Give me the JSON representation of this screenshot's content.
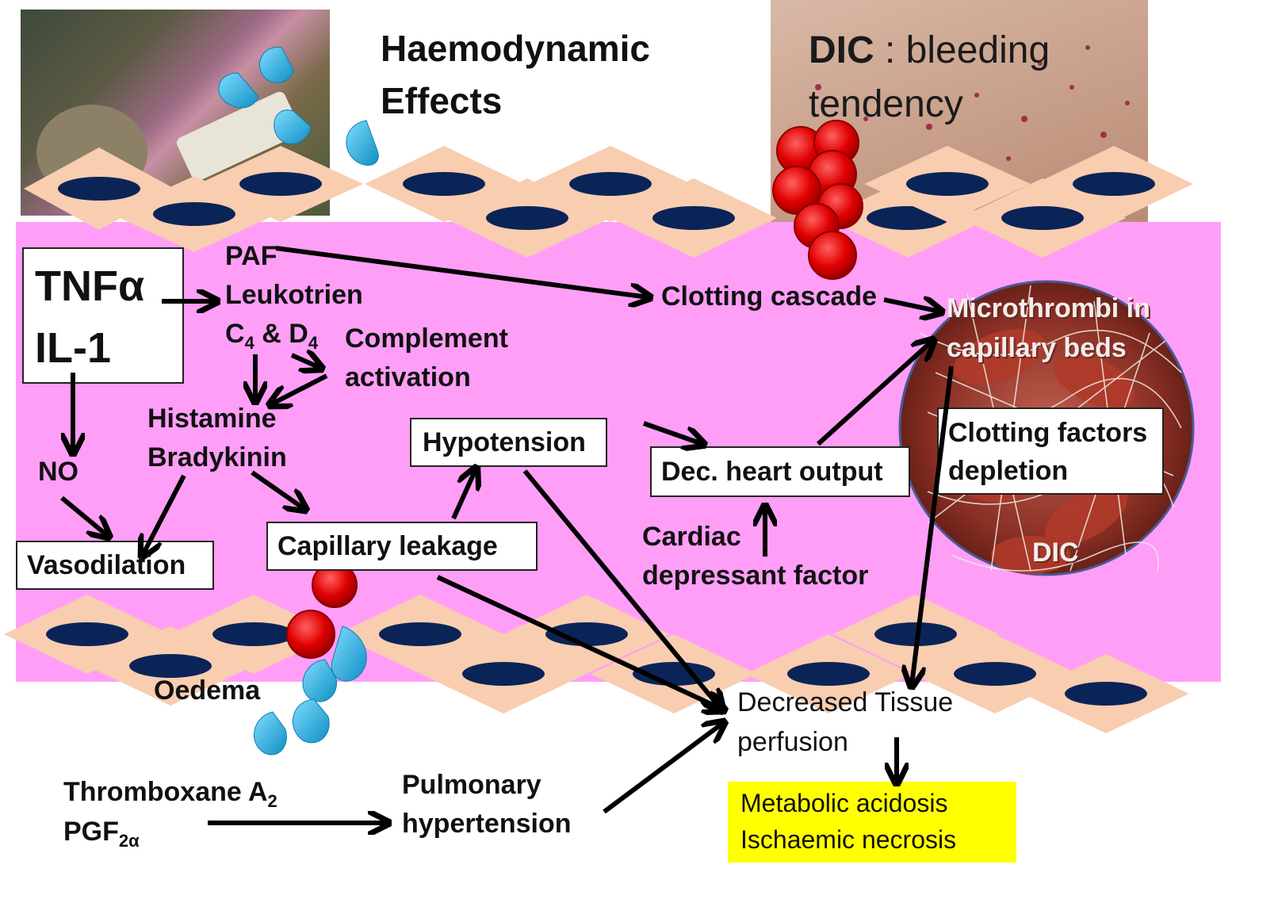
{
  "title": {
    "line1": "Haemodynamic",
    "line2": "Effects"
  },
  "dic_photo": {
    "bold": "DIC",
    "rest": " : bleeding",
    "line2": "tendency"
  },
  "mediators": {
    "tnf": "TNFα",
    "il1": "IL-1"
  },
  "paf_group": {
    "paf": "PAF",
    "leuk": "Leukotrien",
    "c4d4_pre": "C",
    "sub4a": "4",
    "amp": " & D",
    "sub4b": "4"
  },
  "complement": {
    "line1": "Complement",
    "line2": "activation"
  },
  "histamine": {
    "line1": "Histamine",
    "line2": "Bradykinin"
  },
  "no": "NO",
  "clotting_cascade": "Clotting cascade",
  "microthrombi": {
    "line1": "Microthrombi in",
    "line2": "capillary beds"
  },
  "clotting_factors": {
    "line1": "Clotting factors",
    "line2": "depletion"
  },
  "dic_label": "DIC",
  "hypotension": "Hypotension",
  "dec_heart": "Dec. heart output",
  "cardiac": {
    "line1": "Cardiac",
    "line2": "depressant factor"
  },
  "vasodilation": "Vasodilation",
  "capillary_leakage": "Capillary leakage",
  "oedema": "Oedema",
  "thromboxane": {
    "pre": "Thromboxane A",
    "sub2": "2",
    "pgf": "PGF",
    "sub2a": "2α"
  },
  "pulmonary": {
    "line1": "Pulmonary",
    "line2": "hypertension"
  },
  "tissue": {
    "line1": "Decreased Tissue",
    "line2": "perfusion"
  },
  "outcome": {
    "line1": "Metabolic acidosis",
    "line2": "Ischaemic necrosis"
  },
  "colors": {
    "vessel": "#ff9ef7",
    "cell": "#f9cdb0",
    "nucleus": "#0b2457",
    "rbc": "#ee0000",
    "fluid": "#22b4ea",
    "highlight": "#ffff00"
  }
}
